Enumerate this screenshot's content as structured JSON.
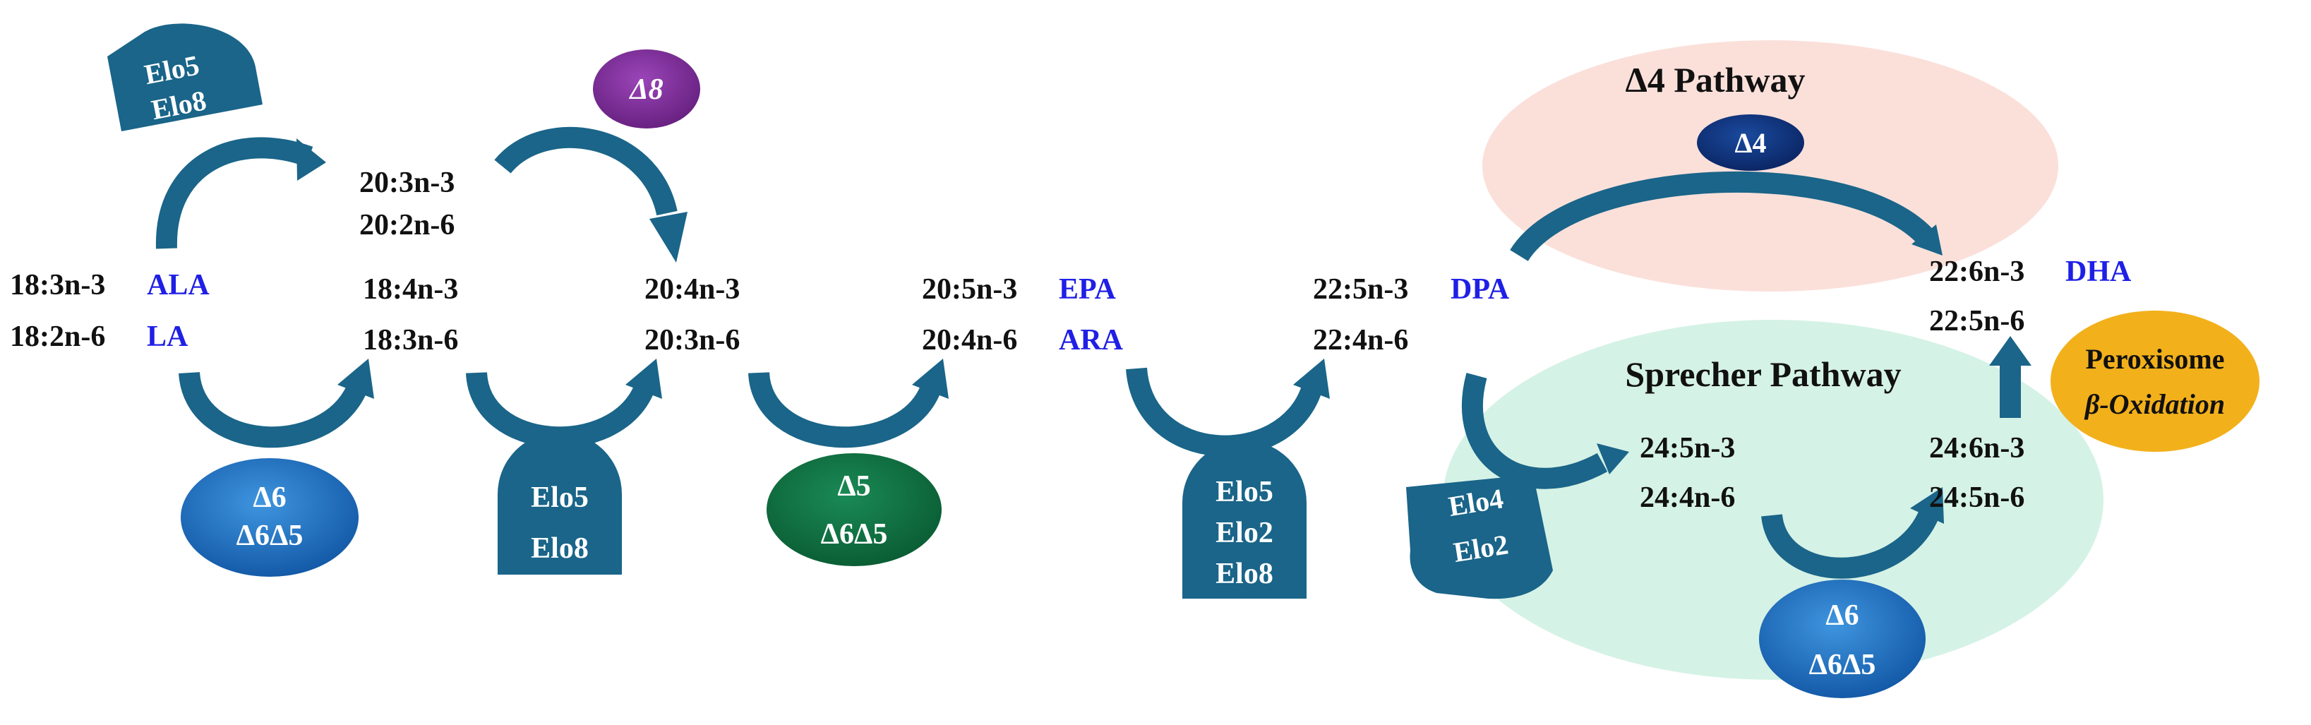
{
  "colors": {
    "arrow": "#1a6589",
    "enzyme_box": "#1a6589",
    "compound_text": "#111111",
    "common_name": "#1f1fe6",
    "delta4_region": "#fbe0da",
    "sprecher_region": "#d5f2e6",
    "delta8": "#7a2a96",
    "delta4": "#0c2f78",
    "delta6": "#1c6fc0",
    "delta5": "#0e7040",
    "peroxisome": "#f2b01b"
  },
  "regions": {
    "delta4_title": "Δ4 Pathway",
    "sprecher_title": "Sprecher Pathway"
  },
  "compounds": {
    "c18_n3": "18:3n-3",
    "c18_n3_name": "ALA",
    "c18_n6": "18:2n-6",
    "c18_n6_name": "LA",
    "c20_3n3": "20:3n-3",
    "c20_2n6": "20:2n-6",
    "c18_4n3": "18:4n-3",
    "c18_3n6": "18:3n-6",
    "c20_4n3": "20:4n-3",
    "c20_3n6": "20:3n-6",
    "c20_5n3": "20:5n-3",
    "c20_5n3_name": "EPA",
    "c20_4n6": "20:4n-6",
    "c20_4n6_name": "ARA",
    "c22_5n3": "22:5n-3",
    "c22_5n3_name": "DPA",
    "c22_4n6": "22:4n-6",
    "c22_6n3": "22:6n-3",
    "c22_6n3_name": "DHA",
    "c22_5n6": "22:5n-6",
    "c24_5n3": "24:5n-3",
    "c24_4n6": "24:4n-6",
    "c24_6n3": "24:6n-3",
    "c24_5n6": "24:5n-6"
  },
  "enzymes": {
    "elo5_elo8_top": [
      "Elo5",
      "Elo8"
    ],
    "delta8": "Δ8",
    "delta6_first": [
      "Δ6",
      "Δ6Δ5"
    ],
    "elo5_elo8_bottom": [
      "Elo5",
      "Elo8"
    ],
    "delta5": [
      "Δ5",
      "Δ6Δ5"
    ],
    "elo5_elo2_elo8": [
      "Elo5",
      "Elo2",
      "Elo8"
    ],
    "delta4": "Δ4",
    "elo4_elo2": [
      "Elo4",
      "Elo2"
    ],
    "delta6_second": [
      "Δ6",
      "Δ6Δ5"
    ],
    "peroxisome": [
      "Peroxisome",
      "β-Oxidation"
    ]
  }
}
